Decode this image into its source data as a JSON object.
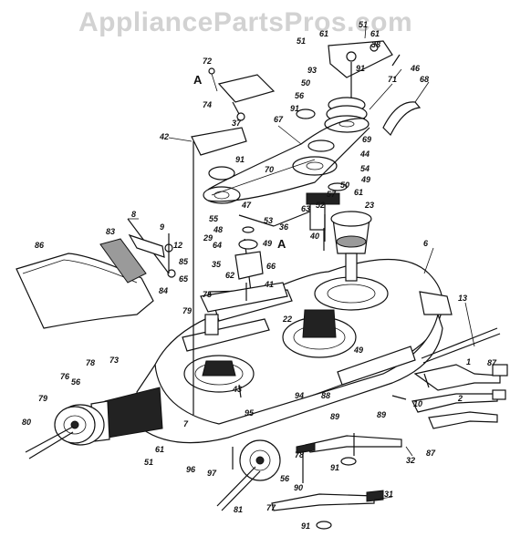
{
  "watermark": "AppliancePartsPros.com",
  "callouts": [
    {
      "id": "c1",
      "text": "51"
    },
    {
      "id": "c2",
      "text": "61"
    },
    {
      "id": "c3",
      "text": "51"
    },
    {
      "id": "c4",
      "text": "61"
    },
    {
      "id": "c5",
      "text": "38"
    },
    {
      "id": "c6",
      "text": "72"
    },
    {
      "id": "c7",
      "text": "93"
    },
    {
      "id": "c8",
      "text": "91"
    },
    {
      "id": "c9",
      "text": "46"
    },
    {
      "id": "c10",
      "text": "50"
    },
    {
      "id": "c11",
      "text": "71"
    },
    {
      "id": "c12",
      "text": "68"
    },
    {
      "id": "c13",
      "text": "A"
    },
    {
      "id": "c14",
      "text": "74"
    },
    {
      "id": "c15",
      "text": "56"
    },
    {
      "id": "c16",
      "text": "91"
    },
    {
      "id": "c17",
      "text": "37"
    },
    {
      "id": "c18",
      "text": "67"
    },
    {
      "id": "c19",
      "text": "42"
    },
    {
      "id": "c20",
      "text": "69"
    },
    {
      "id": "c21",
      "text": "44"
    },
    {
      "id": "c22",
      "text": "91"
    },
    {
      "id": "c23",
      "text": "70"
    },
    {
      "id": "c24",
      "text": "54"
    },
    {
      "id": "c25",
      "text": "50"
    },
    {
      "id": "c26",
      "text": "49"
    },
    {
      "id": "c27",
      "text": "61"
    },
    {
      "id": "c28",
      "text": "57"
    },
    {
      "id": "c29",
      "text": "47"
    },
    {
      "id": "c30",
      "text": "52"
    },
    {
      "id": "c31",
      "text": "63"
    },
    {
      "id": "c32",
      "text": "23"
    },
    {
      "id": "c33",
      "text": "8"
    },
    {
      "id": "c34",
      "text": "55"
    },
    {
      "id": "c35",
      "text": "53"
    },
    {
      "id": "c36",
      "text": "36"
    },
    {
      "id": "c37",
      "text": "48"
    },
    {
      "id": "c38",
      "text": "49"
    },
    {
      "id": "c39",
      "text": "40"
    },
    {
      "id": "c40",
      "text": "83"
    },
    {
      "id": "c41",
      "text": "9"
    },
    {
      "id": "c42",
      "text": "29"
    },
    {
      "id": "c43",
      "text": "86"
    },
    {
      "id": "c44",
      "text": "12"
    },
    {
      "id": "c45",
      "text": "64"
    },
    {
      "id": "c46",
      "text": "A"
    },
    {
      "id": "c47",
      "text": "6"
    },
    {
      "id": "c48",
      "text": "66"
    },
    {
      "id": "c49",
      "text": "85"
    },
    {
      "id": "c50",
      "text": "35"
    },
    {
      "id": "c51",
      "text": "84"
    },
    {
      "id": "c52",
      "text": "62"
    },
    {
      "id": "c53",
      "text": "65"
    },
    {
      "id": "c54",
      "text": "41"
    },
    {
      "id": "c55",
      "text": "13"
    },
    {
      "id": "c56",
      "text": "75"
    },
    {
      "id": "c57",
      "text": "79"
    },
    {
      "id": "c58",
      "text": "22"
    },
    {
      "id": "c59",
      "text": "49"
    },
    {
      "id": "c60",
      "text": "78"
    },
    {
      "id": "c61",
      "text": "73"
    },
    {
      "id": "c62",
      "text": "87"
    },
    {
      "id": "c63",
      "text": "1"
    },
    {
      "id": "c64",
      "text": "76"
    },
    {
      "id": "c65",
      "text": "56"
    },
    {
      "id": "c66",
      "text": "43"
    },
    {
      "id": "c67",
      "text": "10"
    },
    {
      "id": "c68",
      "text": "2"
    },
    {
      "id": "c69",
      "text": "94"
    },
    {
      "id": "c70",
      "text": "88"
    },
    {
      "id": "c71",
      "text": "79"
    },
    {
      "id": "c72",
      "text": "89"
    },
    {
      "id": "c73",
      "text": "95"
    },
    {
      "id": "c74",
      "text": "89"
    },
    {
      "id": "c75",
      "text": "7"
    },
    {
      "id": "c76",
      "text": "80"
    },
    {
      "id": "c77",
      "text": "87"
    },
    {
      "id": "c78",
      "text": "61"
    },
    {
      "id": "c79",
      "text": "78"
    },
    {
      "id": "c80",
      "text": "32"
    },
    {
      "id": "c81",
      "text": "51"
    },
    {
      "id": "c82",
      "text": "96"
    },
    {
      "id": "c83",
      "text": "97"
    },
    {
      "id": "c84",
      "text": "56"
    },
    {
      "id": "c85",
      "text": "91"
    },
    {
      "id": "c86",
      "text": "90"
    },
    {
      "id": "c87",
      "text": "81"
    },
    {
      "id": "c88",
      "text": "77"
    },
    {
      "id": "c89",
      "text": "31"
    },
    {
      "id": "c90",
      "text": "91"
    }
  ]
}
